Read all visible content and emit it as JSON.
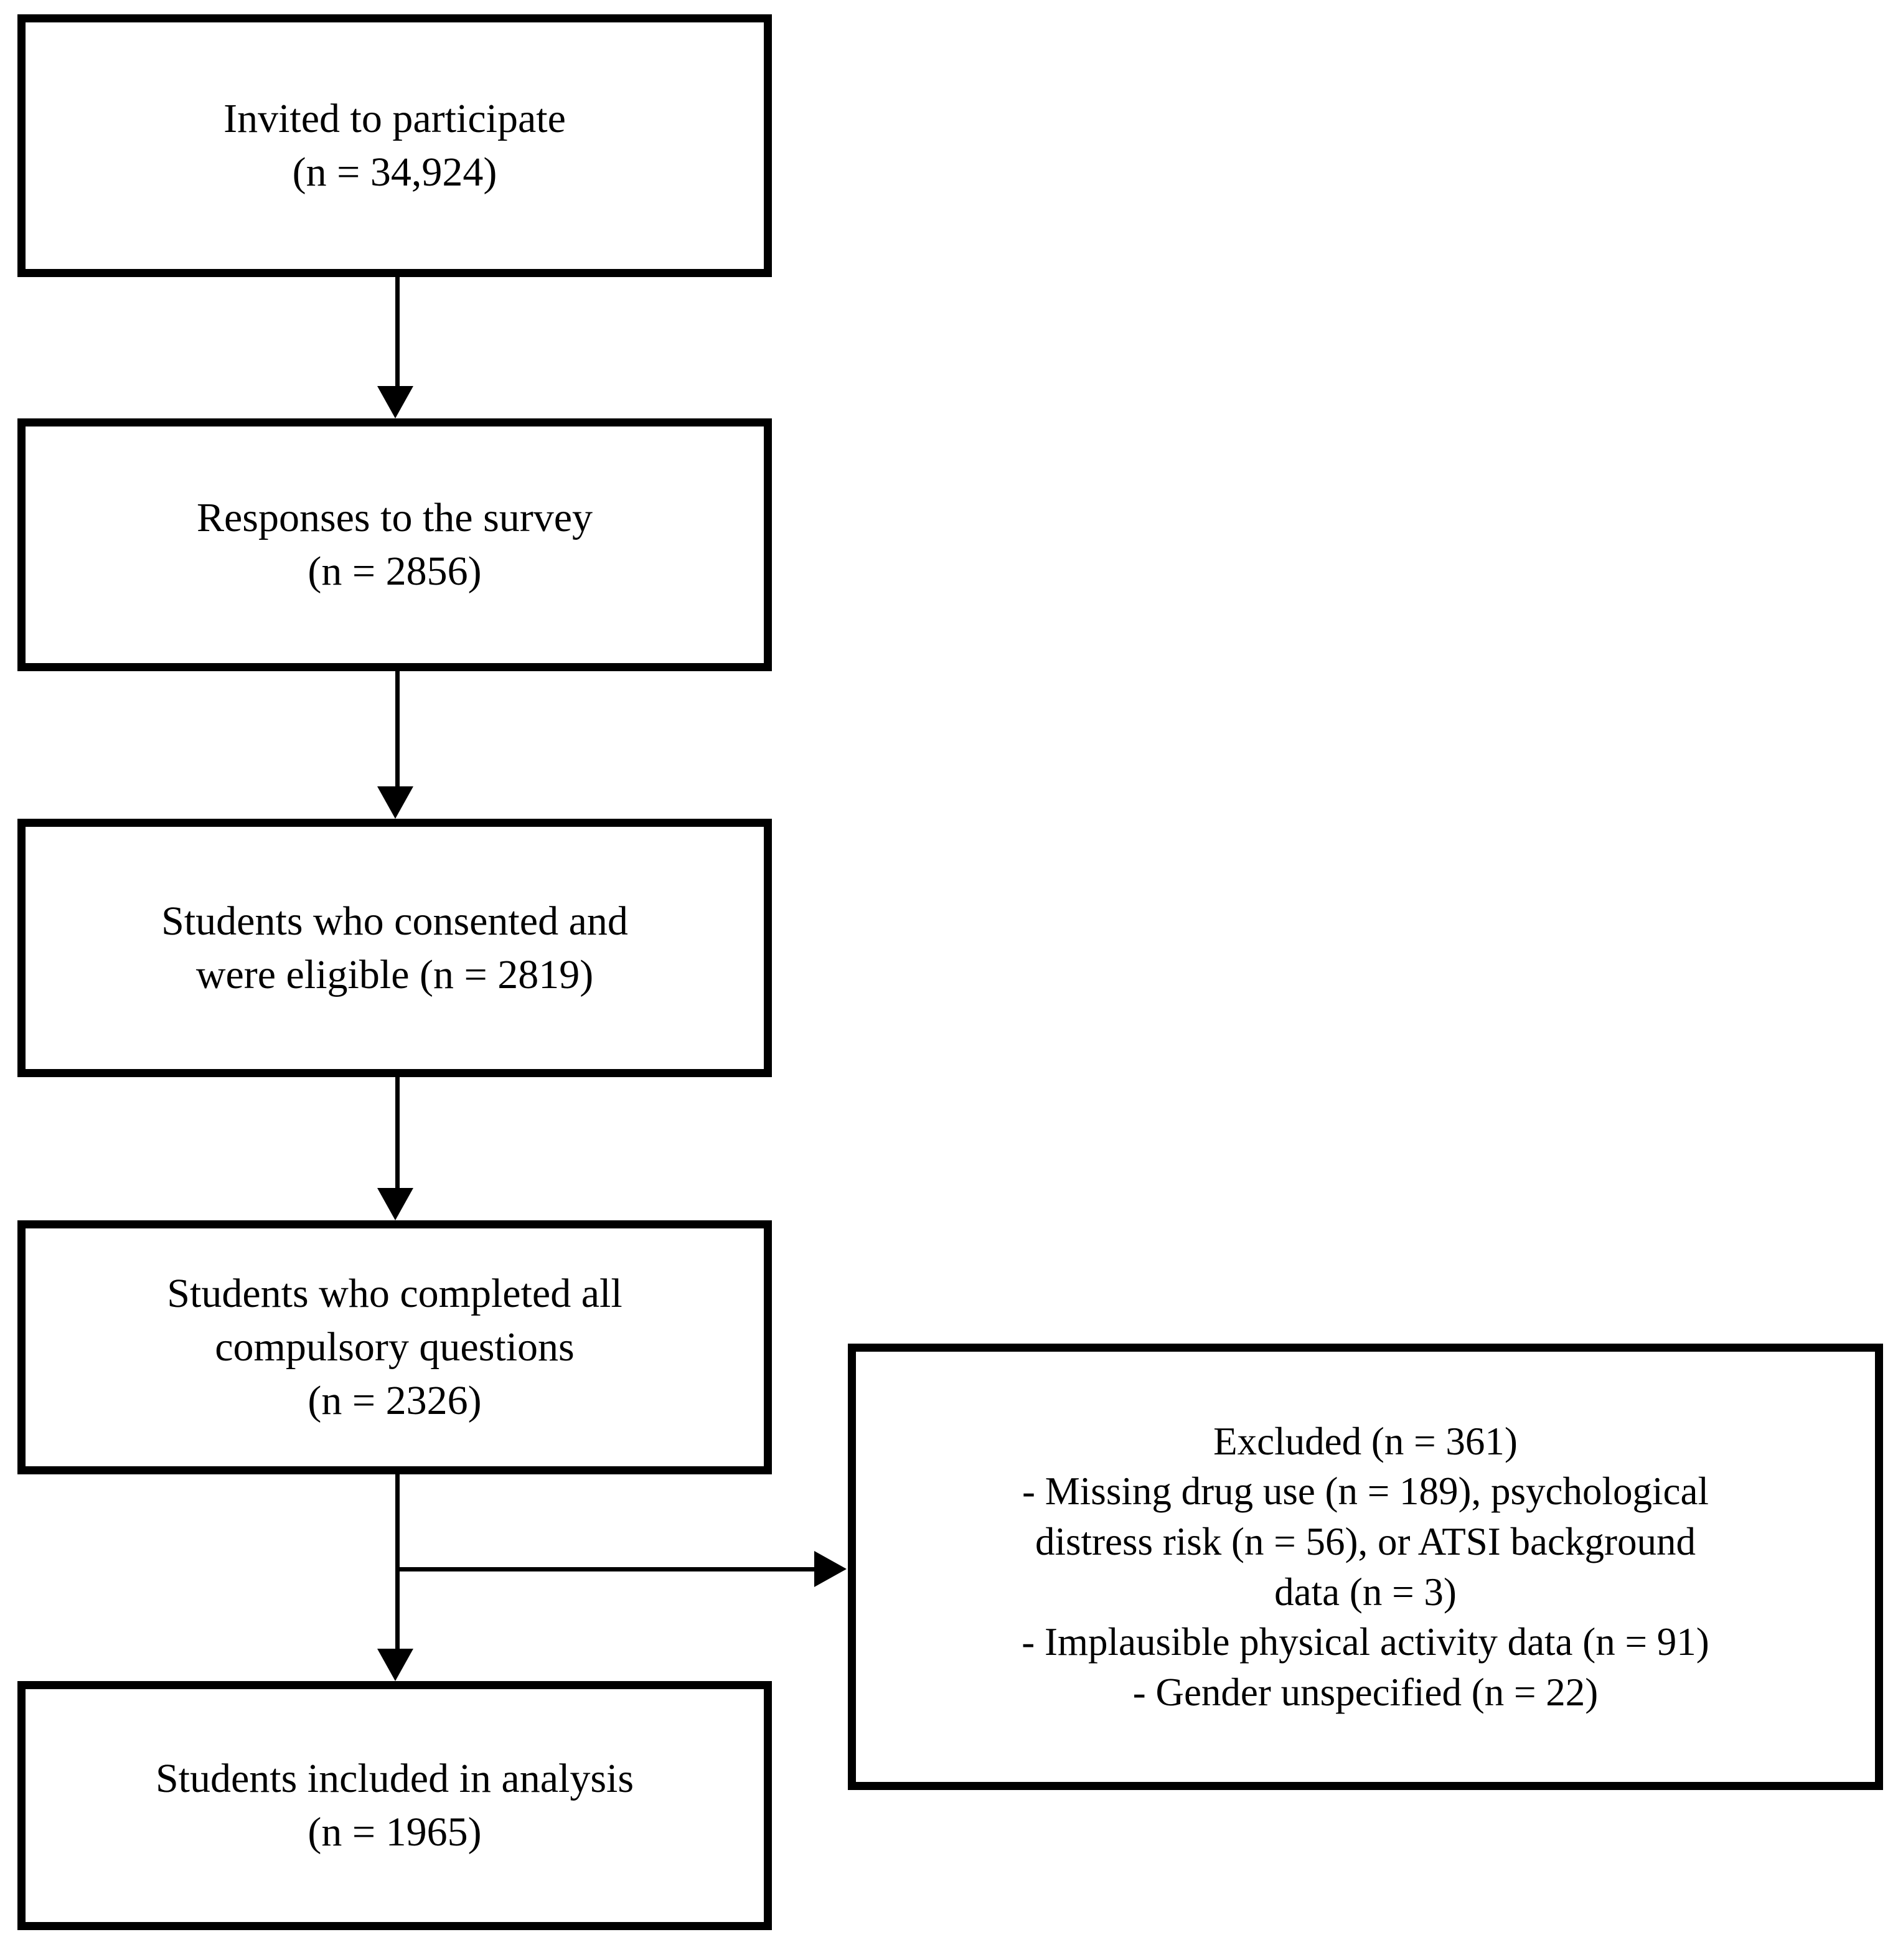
{
  "diagram": {
    "type": "participant-flow-chart",
    "nodes": [
      {
        "id": "invited",
        "label": "Invited to participate\n(n = 34,924)",
        "title": "Invited to participate",
        "count_label": "(n = 34,924)",
        "n": 34924
      },
      {
        "id": "responses",
        "label": "Responses to the survey\n(n = 2856)",
        "title": "Responses to the survey",
        "count_label": "(n = 2856)",
        "n": 2856
      },
      {
        "id": "consented",
        "label": "Students who consented and\nwere eligible (n = 2819)",
        "title": "Students who consented and were eligible",
        "count_label": "(n = 2819)",
        "n": 2819
      },
      {
        "id": "completed",
        "label": "Students who completed all\ncompulsory questions\n(n = 2326)",
        "title": "Students who completed all compulsory questions",
        "count_label": "(n = 2326)",
        "n": 2326
      },
      {
        "id": "excluded",
        "label": "Excluded (n = 361)\n- Missing drug use (n = 189), psychological\ndistress risk (n = 56), or ATSI background\ndata (n = 3)\n- Implausible physical activity data (n = 91)\n- Gender unspecified (n = 22)",
        "title": "Excluded (n = 361)",
        "count_label": "(n = 361)",
        "n": 361,
        "reasons": [
          "- Missing drug use (n = 189), psychological distress risk (n = 56), or ATSI background data (n = 3)",
          "- Implausible physical activity data (n = 91)",
          "- Gender unspecified (n = 22)"
        ],
        "reason_counts": {
          "missing_drug_use": 189,
          "psychological_distress_risk": 56,
          "atsi_background_data": 3,
          "implausible_physical_activity_data": 91,
          "gender_unspecified": 22
        }
      },
      {
        "id": "included",
        "label": "Students included in analysis\n(n = 1965)",
        "title": "Students included in analysis",
        "count_label": "(n = 1965)",
        "n": 1965
      }
    ],
    "edges": [
      {
        "from": "invited",
        "to": "responses",
        "direction": "down"
      },
      {
        "from": "responses",
        "to": "consented",
        "direction": "down"
      },
      {
        "from": "consented",
        "to": "completed",
        "direction": "down"
      },
      {
        "from": "completed",
        "to": "included",
        "direction": "down"
      },
      {
        "from": "completed",
        "to": "excluded",
        "direction": "right"
      }
    ],
    "colors": {
      "border": "#000000",
      "fill": "#ffffff",
      "text": "#000000",
      "connector": "#000000"
    }
  }
}
